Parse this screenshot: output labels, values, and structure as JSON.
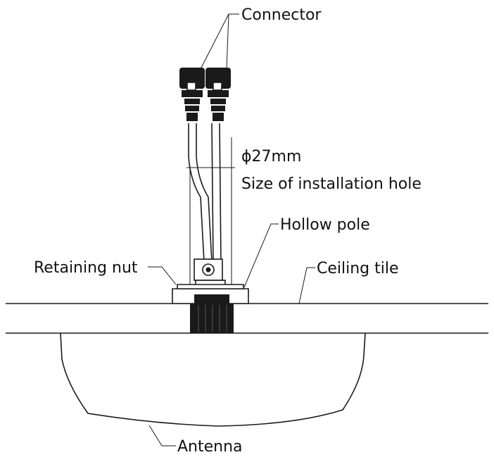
{
  "labels": {
    "connector": "Connector",
    "diameter": "ϕ27mm",
    "hole_size": "Size of installation hole",
    "hollow_pole": "Hollow pole",
    "retaining_nut": "Retaining nut",
    "ceiling_tile": "Ceiling tile",
    "antenna": "Antenna"
  }
}
